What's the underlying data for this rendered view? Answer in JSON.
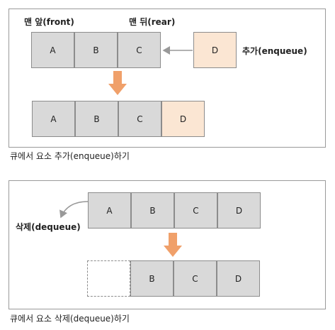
{
  "enqueue": {
    "front_label": "맨 앞(front)",
    "rear_label": "맨 뒤(rear)",
    "action_label": "추가(enqueue)",
    "before": [
      "A",
      "B",
      "C"
    ],
    "incoming": "D",
    "after": [
      "A",
      "B",
      "C",
      "D"
    ],
    "caption": "큐에서 요소 추가(enqueue)하기"
  },
  "dequeue": {
    "action_label": "삭제(dequeue)",
    "before": [
      "A",
      "B",
      "C",
      "D"
    ],
    "after": [
      "B",
      "C",
      "D"
    ],
    "caption": "큐에서 요소 삭제(dequeue)하기"
  },
  "colors": {
    "cell": "#d9d9d9",
    "new_cell": "#fbe6d3",
    "down_arrow": "#f0a06a",
    "border": "#8c8c8c"
  }
}
